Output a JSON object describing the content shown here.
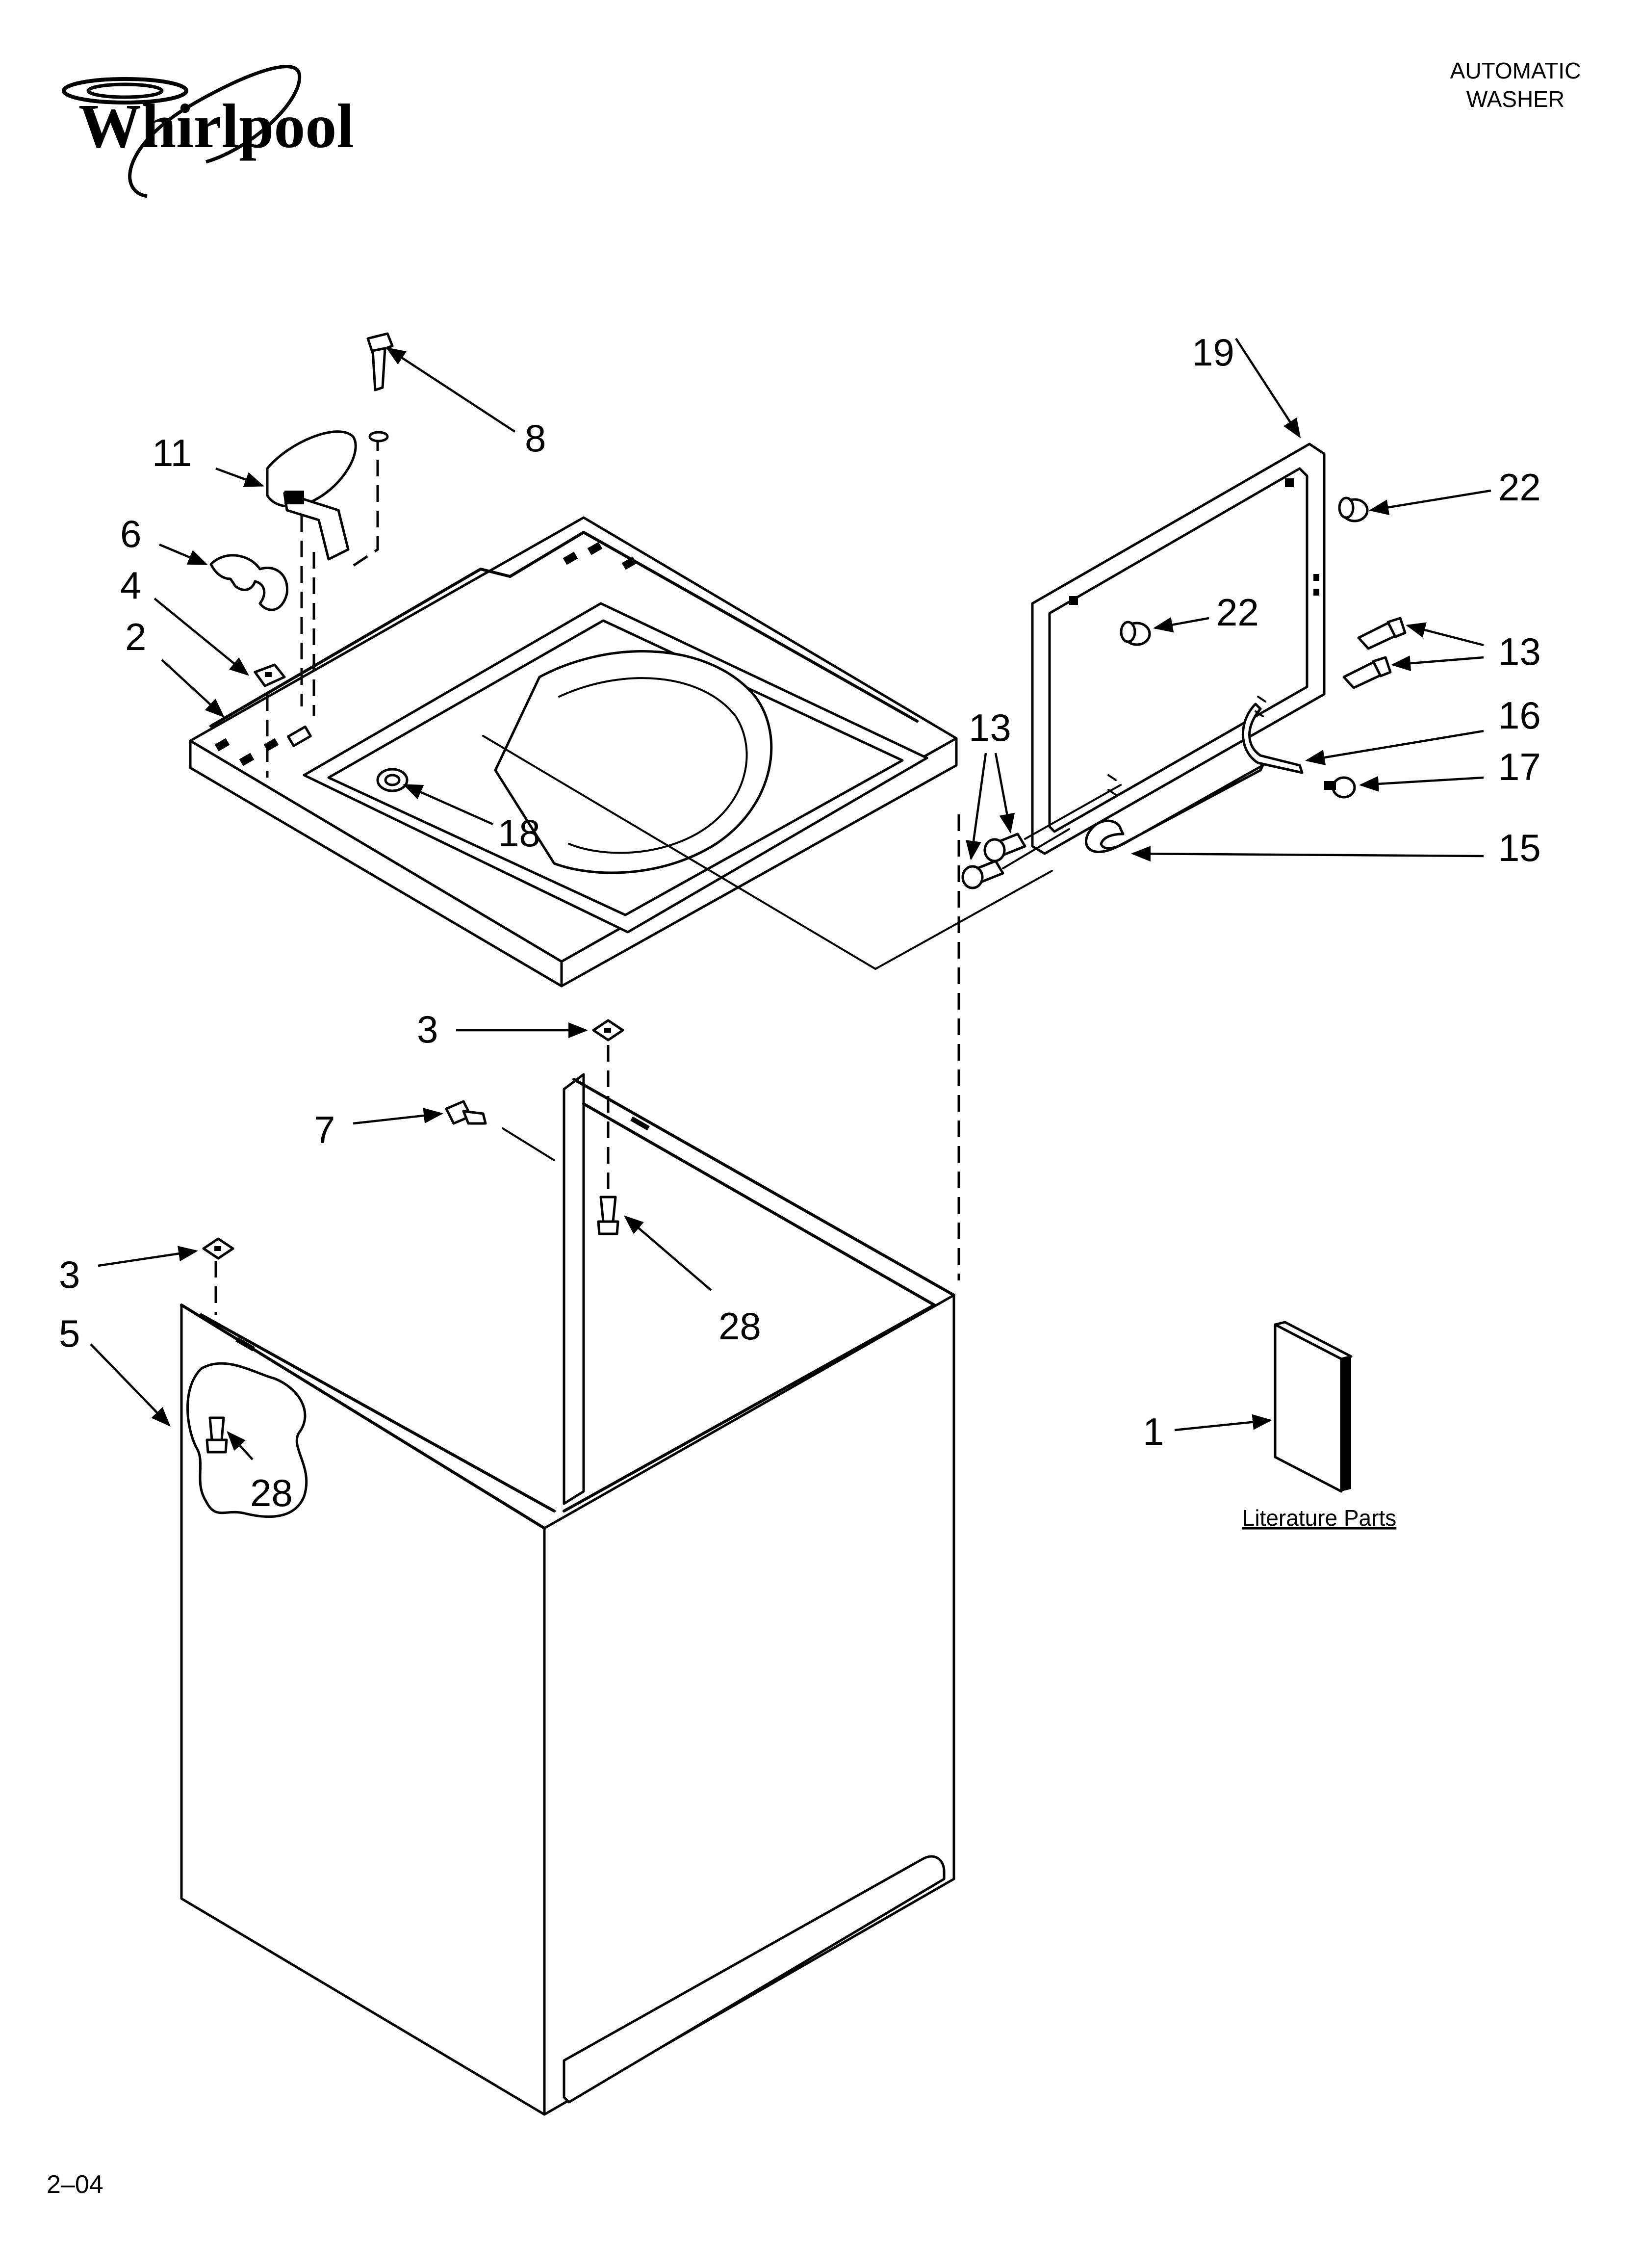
{
  "header": {
    "brand": "Whirlpool",
    "title_line1": "AUTOMATIC",
    "title_line2": "WASHER"
  },
  "footer": {
    "code": "2–04"
  },
  "literature": {
    "label": "Literature Parts"
  },
  "callouts": [
    {
      "id": "c8",
      "number": "8"
    },
    {
      "id": "c11",
      "number": "11"
    },
    {
      "id": "c6",
      "number": "6"
    },
    {
      "id": "c4",
      "number": "4"
    },
    {
      "id": "c2",
      "number": "2"
    },
    {
      "id": "c18",
      "number": "18"
    },
    {
      "id": "c3a",
      "number": "3"
    },
    {
      "id": "c7",
      "number": "7"
    },
    {
      "id": "c28a",
      "number": "28"
    },
    {
      "id": "c3b",
      "number": "3"
    },
    {
      "id": "c5",
      "number": "5"
    },
    {
      "id": "c28b",
      "number": "28"
    },
    {
      "id": "c19",
      "number": "19"
    },
    {
      "id": "c22a",
      "number": "22"
    },
    {
      "id": "c22b",
      "number": "22"
    },
    {
      "id": "c13a",
      "number": "13"
    },
    {
      "id": "c13b",
      "number": "13"
    },
    {
      "id": "c16",
      "number": "16"
    },
    {
      "id": "c17",
      "number": "17"
    },
    {
      "id": "c15",
      "number": "15"
    },
    {
      "id": "c1",
      "number": "1"
    }
  ]
}
